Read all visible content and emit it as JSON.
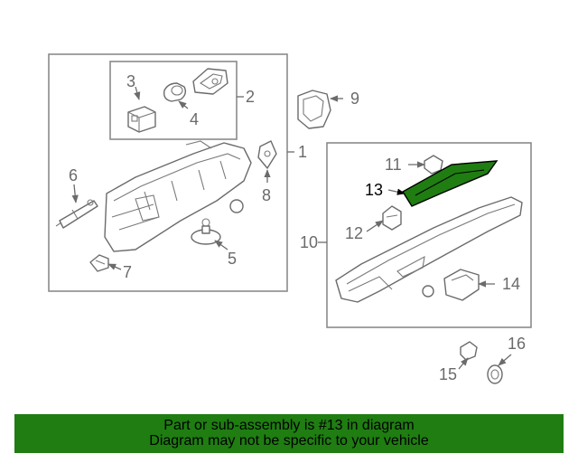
{
  "callouts": {
    "c1": "1",
    "c2": "2",
    "c3": "3",
    "c4": "4",
    "c5": "5",
    "c6": "6",
    "c7": "7",
    "c8": "8",
    "c9": "9",
    "c10": "10",
    "c11": "11",
    "c12": "12",
    "c13": "13",
    "c14": "14",
    "c15": "15",
    "c16": "16"
  },
  "highlight": {
    "part_number": "13",
    "color": "#1f7d12"
  },
  "banner": {
    "line1": "Part or sub-assembly is #13 in diagram",
    "line2": "Diagram may not be specific to your vehicle",
    "background": "#1f7d12"
  }
}
